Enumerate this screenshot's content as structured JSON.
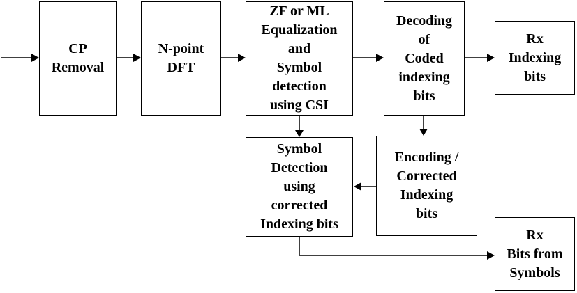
{
  "blocks": {
    "cp_removal": "CP\nRemoval",
    "dft": "N-point\nDFT",
    "equalization": "ZF or ML\nEqualization\nand\nSymbol\ndetection\nusing CSI",
    "decoding": "Decoding\nof\nCoded\nindexing\nbits",
    "rx_indexing": "Rx\nIndexing\nbits",
    "symbol_detection": "Symbol\nDetection\nusing\ncorrected\nIndexing bits",
    "encoding": "Encoding /\nCorrected\nIndexing\nbits",
    "rx_bits": "Rx\nBits from\nSymbols"
  }
}
